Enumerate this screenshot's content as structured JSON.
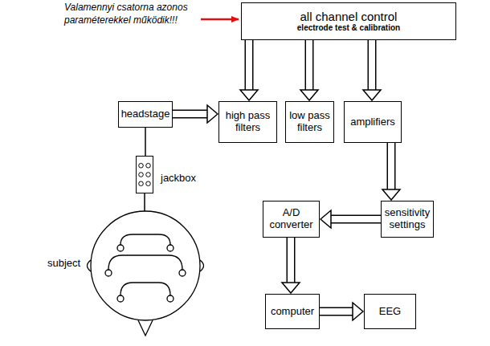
{
  "diagram": {
    "nodes": [
      {
        "text": [
          "all channel control",
          "electrode test & calibration"
        ]
      },
      {
        "text": [
          "headstage"
        ]
      },
      {
        "text": [
          "high pass filters"
        ]
      },
      {
        "text": [
          "low pass filters"
        ]
      },
      {
        "text": [
          "amplifiers"
        ]
      },
      {
        "text": [
          "jackbox"
        ]
      },
      {
        "text": [
          "A/D converter"
        ]
      },
      {
        "text": [
          "sensitivity settings"
        ]
      },
      {
        "text": [
          "subject"
        ]
      },
      {
        "text": [
          "computer"
        ]
      },
      {
        "text": [
          "EEG"
        ]
      }
    ],
    "edges": [
      {
        "from": 0,
        "to": 2,
        "arrow": "to"
      },
      {
        "from": 0,
        "to": 3,
        "arrow": "to"
      },
      {
        "from": 0,
        "to": 4,
        "arrow": "to"
      },
      {
        "from": 1,
        "to": 2,
        "arrow": "to"
      },
      {
        "from": 4,
        "to": 7,
        "arrow": "to"
      },
      {
        "from": 7,
        "to": 6,
        "arrow": "to"
      },
      {
        "from": 6,
        "to": 9,
        "arrow": "to"
      },
      {
        "from": 9,
        "to": 10,
        "arrow": "to"
      },
      {
        "from": 1,
        "to": 5,
        "arrow": "none"
      },
      {
        "from": 5,
        "to": 8,
        "arrow": "none"
      }
    ],
    "labels": [
      "Valamennyi csatorna azonos paraméterekkel működik!!!"
    ]
  }
}
